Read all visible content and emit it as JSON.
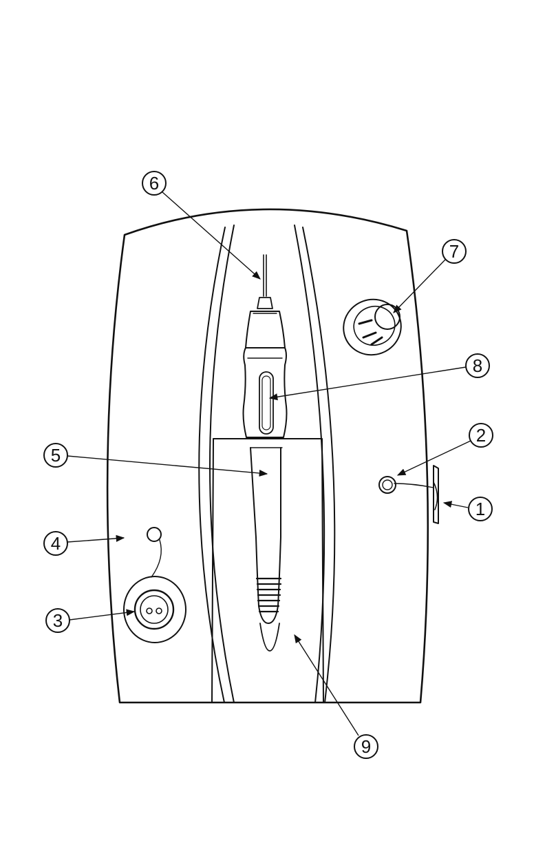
{
  "callouts": [
    {
      "id": "1",
      "label": "1",
      "part": "power-switch"
    },
    {
      "id": "2",
      "label": "2",
      "part": "power-indicator"
    },
    {
      "id": "3",
      "label": "3",
      "part": "handpiece-socket"
    },
    {
      "id": "4",
      "label": "4",
      "part": "socket-indicator"
    },
    {
      "id": "5",
      "label": "5",
      "part": "handpiece-holder"
    },
    {
      "id": "6",
      "label": "6",
      "part": "drill-bit"
    },
    {
      "id": "7",
      "label": "7",
      "part": "speed-knob"
    },
    {
      "id": "8",
      "label": "8",
      "part": "handpiece-window"
    },
    {
      "id": "9",
      "label": "9",
      "part": "cradle-channel"
    }
  ]
}
